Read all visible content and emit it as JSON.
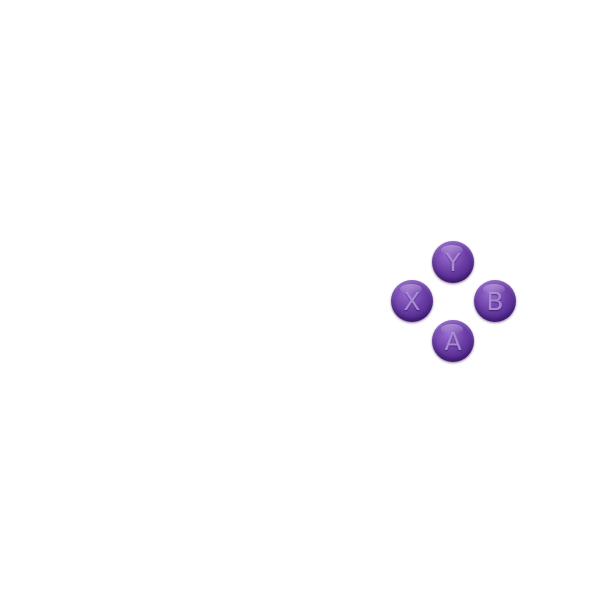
{
  "face_buttons": {
    "y": {
      "label": "Y"
    },
    "x": {
      "label": "X"
    },
    "b": {
      "label": "B"
    },
    "a": {
      "label": "A"
    }
  },
  "colors": {
    "background": "#ffffff",
    "button_base": "#5a2d96",
    "button_label": "#a98bd4"
  }
}
